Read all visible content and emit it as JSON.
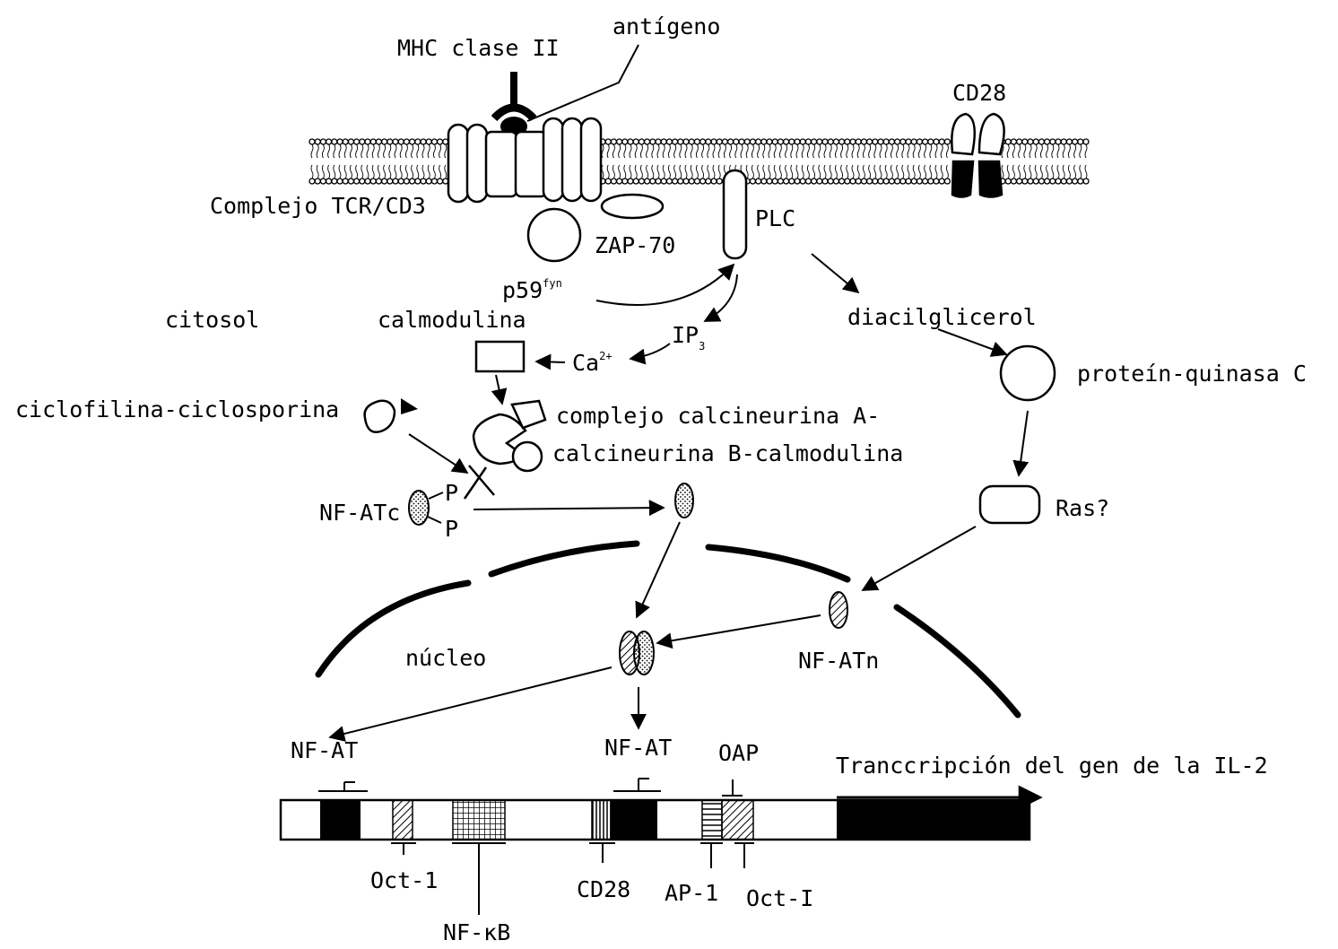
{
  "labels": {
    "antigen": "antígeno",
    "mhc": "MHC clase II",
    "cd28_receptor": "CD28",
    "tcr_complex": "Complejo TCR/CD3",
    "zap70": "ZAP-70",
    "p59_base": "p59",
    "p59_sup": "fyn",
    "plc": "PLC",
    "cytosol": "citosol",
    "calmodulin": "calmodulina",
    "ip3_base": "IP",
    "ip3_sub": "3",
    "ca_base": "Ca",
    "ca_sup": "2+",
    "diacylglycerol": "diacilglicerol",
    "pkc": "proteín-quinasa C",
    "cyclophilin": "ciclofilina-ciclosporina",
    "calcineurin_line1": "complejo calcineurina A-",
    "calcineurin_line2": "calcineurina B-calmodulina",
    "p_top": "P",
    "p_bottom": "P",
    "nfatc": "NF-ATc",
    "ras": "Ras?",
    "nucleus": "núcleo",
    "nfatn": "NF-ATn",
    "nfat_left": "NF-AT",
    "nfat_mid": "NF-AT",
    "oap": "OAP",
    "transcription": "Tranccripción del gen de la IL-2",
    "oct1_left": "Oct-1",
    "cd28_site": "CD28",
    "ap1": "AP-1",
    "oct1_right": "Oct-I",
    "nfkb": "NF-κB"
  }
}
